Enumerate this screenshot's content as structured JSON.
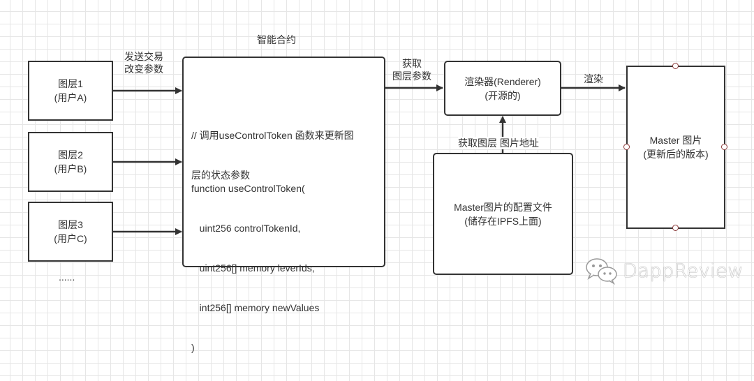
{
  "layers": [
    {
      "title": "图层1",
      "user": "(用户A)"
    },
    {
      "title": "图层2",
      "user": "(用户B)"
    },
    {
      "title": "图层3",
      "user": "(用户C)"
    }
  ],
  "ellipsis": "......",
  "edge_labels": {
    "send_tx_line1": "发送交易",
    "send_tx_line2": "改变参数",
    "get_params_line1": "获取",
    "get_params_line2": "图层参数",
    "render": "渲染",
    "get_layer_image_addr": "获取图层 图片地址"
  },
  "contract": {
    "title": "智能合约",
    "comment_line1": "// 调用useControlToken 函数来更新图",
    "comment_line2": "层的状态参数",
    "code_lines": [
      "function useControlToken(",
      "   uint256 controlTokenId,",
      "   uint256[] memory leverIds,",
      "   int256[] memory newValues",
      ")"
    ]
  },
  "renderer": {
    "line1": "渲染器(Renderer)",
    "line2": "(开源的)"
  },
  "config": {
    "line1": "Master图片的配置文件",
    "line2": "(储存在IPFS上面)"
  },
  "master": {
    "line1": "Master 图片",
    "line2": "(更新后的版本)"
  },
  "watermark": {
    "icon": "wechat-icon",
    "text": "DappReview"
  }
}
